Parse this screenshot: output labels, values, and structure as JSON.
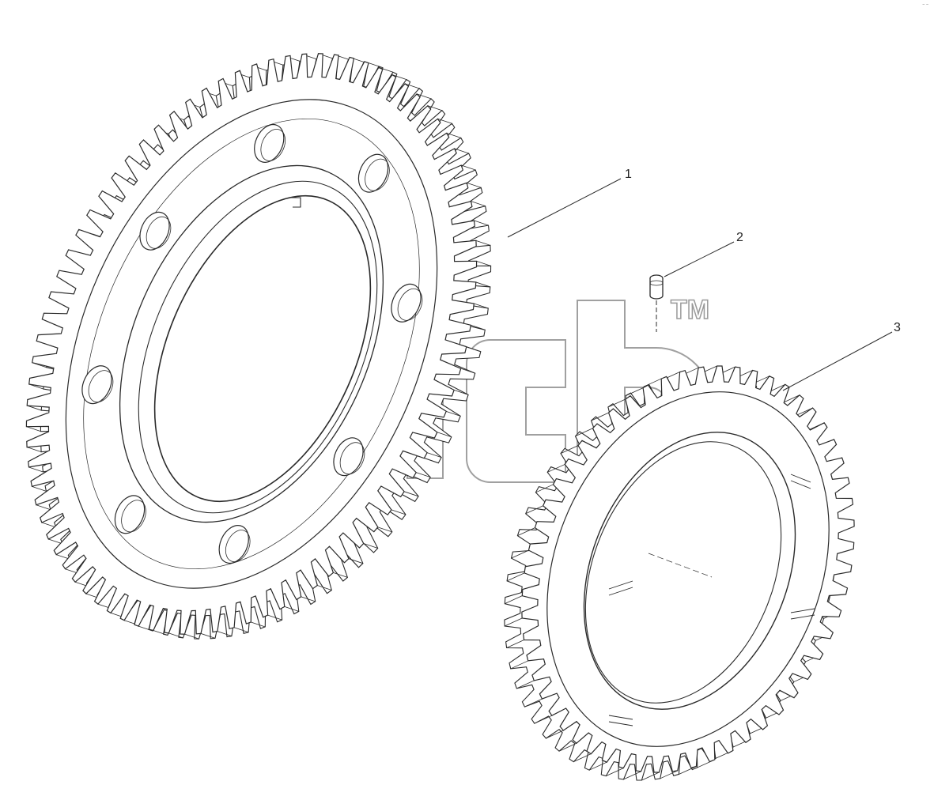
{
  "callouts": [
    {
      "id": "1",
      "label": "1"
    },
    {
      "id": "2",
      "label": "2"
    },
    {
      "id": "3",
      "label": "3"
    }
  ],
  "watermark": {
    "trademark": "TM"
  },
  "corner_mark": "⁻⁻",
  "parts": {
    "large_gear_teeth": 84,
    "small_gear_teeth": 56,
    "large_gear_bolt_holes": 8
  },
  "colors": {
    "line": "#2a2a2a",
    "watermark": "#9a9a9a",
    "background": "#ffffff"
  }
}
